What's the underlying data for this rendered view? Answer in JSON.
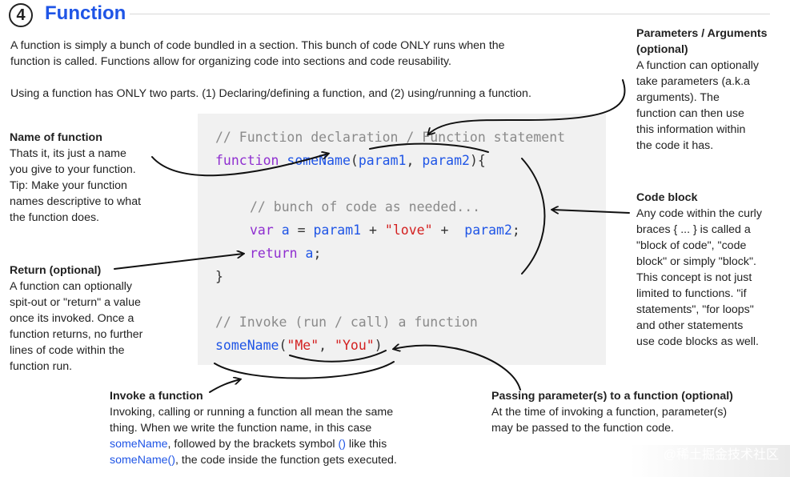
{
  "header": {
    "number": "4",
    "title": "Function"
  },
  "intro": {
    "p1_line1": "A function is simply a bunch of code bundled in a section. This bunch of code ONLY runs when the",
    "p1_line2": "function is called. Functions allow for organizing code into sections and code reusability.",
    "p2": "Using a function has ONLY two parts. (1) Declaring/defining a function, and (2) using/running a function."
  },
  "code": {
    "comment1": "// Function declaration / Function statement",
    "kw_function": "function",
    "fn_name": "someName",
    "paren_open": "(",
    "param1": "param1",
    "comma": ", ",
    "param2": "param2",
    "paren_close_brace": "){",
    "comment2": "// bunch of code as needed...",
    "kw_var": "var",
    "var_a": "a",
    "eq": " = ",
    "plus1": " + ",
    "str_love": "\"love\"",
    "plus2": " +  ",
    "semi": ";",
    "kw_return": "return",
    "ret_a": "a",
    "ret_semi": ";",
    "close_brace": "}",
    "comment3": "// Invoke (run / call) a function",
    "call_name": "someName",
    "call_open": "(",
    "str_me": "\"Me\"",
    "call_comma": ", ",
    "str_you": "\"You\"",
    "call_close": ")"
  },
  "notes": {
    "params": {
      "title_line1": "Parameters / Arguments",
      "title_line2": "(optional)",
      "body": [
        "A function can optionally",
        "take parameters (a.k.a",
        "arguments). The",
        "function can then use",
        "this information within",
        "the code it has."
      ]
    },
    "name": {
      "title": "Name of function",
      "body": [
        "Thats it, its just a name",
        "you give to your function.",
        "Tip: Make your function",
        "names descriptive to what",
        "the function does."
      ]
    },
    "block": {
      "title": "Code block",
      "body": [
        "Any code within the curly",
        "braces { ... } is called a",
        "\"block of code\", \"code",
        "block\" or simply \"block\".",
        "This concept is not just",
        "limited to functions. \"if",
        "statements\", \"for loops\"",
        "and other statements",
        "use code blocks as well."
      ]
    },
    "return": {
      "title": "Return (optional)",
      "body": [
        "A function can optionally",
        "spit-out or \"return\" a value",
        "once its invoked. Once a",
        "function returns, no further",
        "lines of code within the",
        "function run."
      ]
    },
    "invoke": {
      "title": "Invoke a function",
      "line1": "Invoking, calling or running a function all mean the same",
      "line2": "thing. When we write the function name, in this case",
      "line3_blue": "someName",
      "line3_mid": ", followed by the brackets symbol ",
      "line3_blue2": "()",
      "line3_end": " like this",
      "line4_blue": "someName()",
      "line4_end": ", the code inside the function gets executed."
    },
    "passing": {
      "title": "Passing parameter(s) to a function (optional)",
      "line1": "At the time of invoking a function, parameter(s)",
      "line2": "may be passed to the function code."
    }
  },
  "watermark": "@稀土掘金技术社区",
  "colors": {
    "title_blue": "#1f55e6",
    "keyword_purple": "#8f2fd0",
    "string_red": "#d32020",
    "comment_gray": "#8a8a8a",
    "panel_bg": "#f1f1f1"
  }
}
